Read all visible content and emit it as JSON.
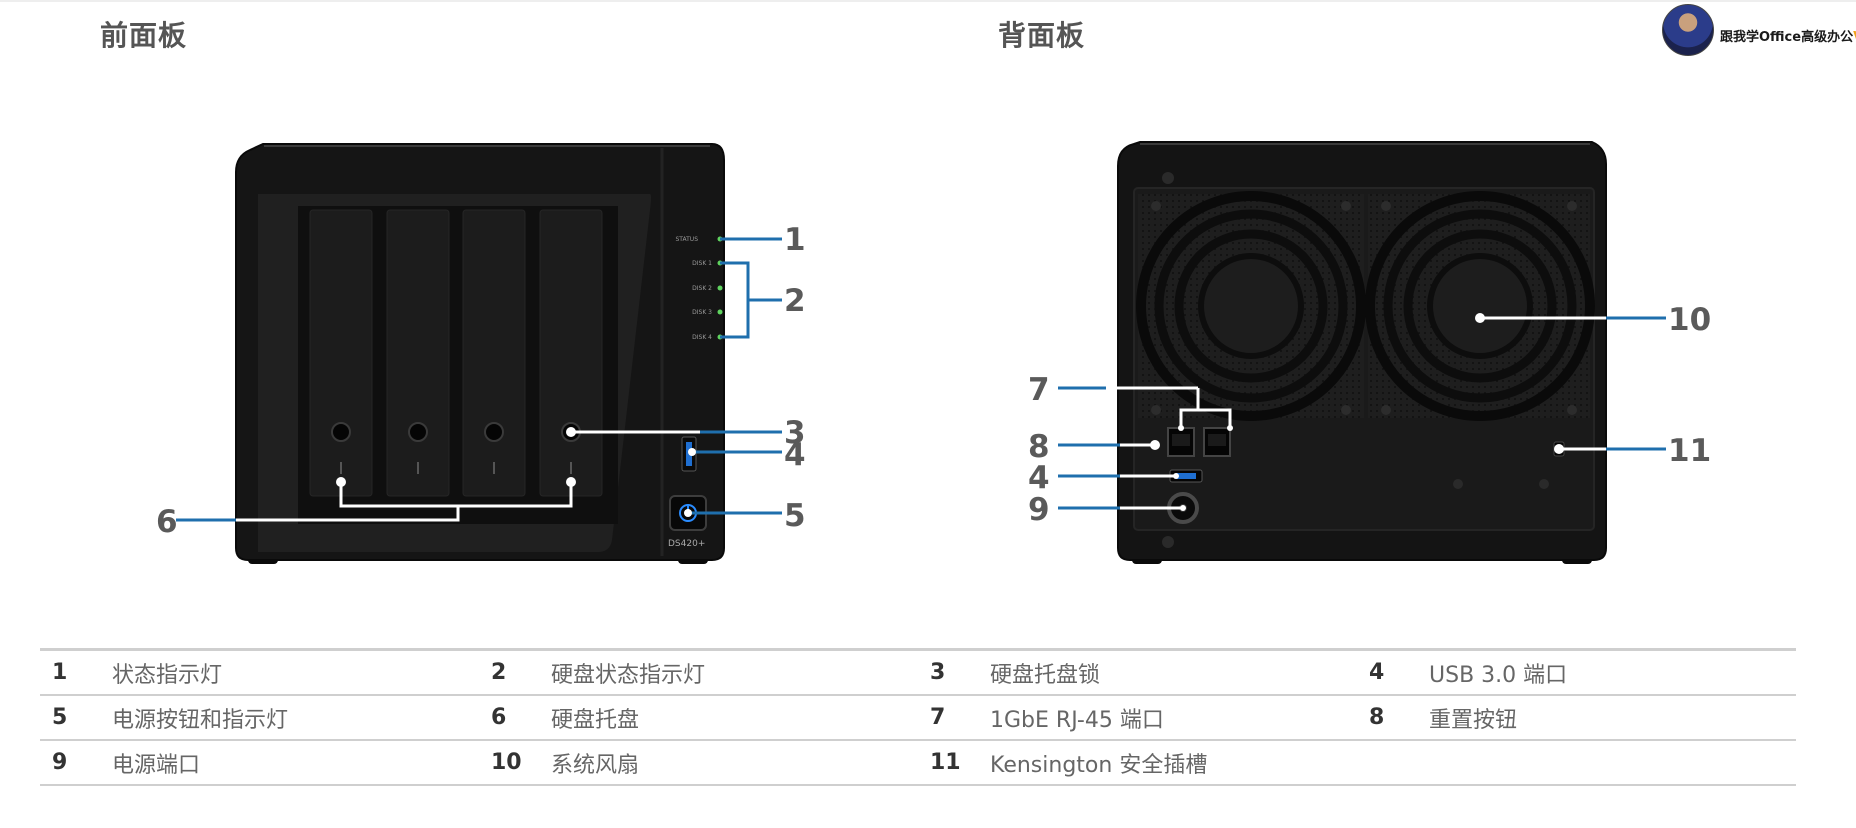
{
  "titles": {
    "front": "前面板",
    "back": "背面板"
  },
  "watermark": {
    "text": "跟我学Office高级办公",
    "accent": "V",
    "avatar_icon": "user-avatar"
  },
  "front_panel": {
    "led_labels": [
      "STATUS",
      "DISK 1",
      "DISK 2",
      "DISK 3",
      "DISK 4"
    ],
    "model": "DS420+",
    "callouts": [
      "1",
      "2",
      "3",
      "4",
      "5",
      "6"
    ]
  },
  "back_panel": {
    "callouts": [
      "7",
      "8",
      "4",
      "9",
      "10",
      "11"
    ]
  },
  "legend": {
    "rows": [
      [
        {
          "num": "1",
          "label": "状态指示灯"
        },
        {
          "num": "2",
          "label": "硬盘状态指示灯"
        },
        {
          "num": "3",
          "label": "硬盘托盘锁"
        },
        {
          "num": "4",
          "label": "USB 3.0 端口"
        }
      ],
      [
        {
          "num": "5",
          "label": "电源按钮和指示灯"
        },
        {
          "num": "6",
          "label": "硬盘托盘"
        },
        {
          "num": "7",
          "label": "1GbE RJ-45 端口"
        },
        {
          "num": "8",
          "label": "重置按钮"
        }
      ],
      [
        {
          "num": "9",
          "label": "电源端口"
        },
        {
          "num": "10",
          "label": "系统风扇"
        },
        {
          "num": "11",
          "label": "Kensington 安全插槽"
        },
        {
          "num": "",
          "label": ""
        }
      ]
    ]
  },
  "colors": {
    "leader_line": "#1f6fad",
    "led_green": "#5fd35f",
    "device_body": "#161616",
    "power_blue": "#2a8cff"
  }
}
